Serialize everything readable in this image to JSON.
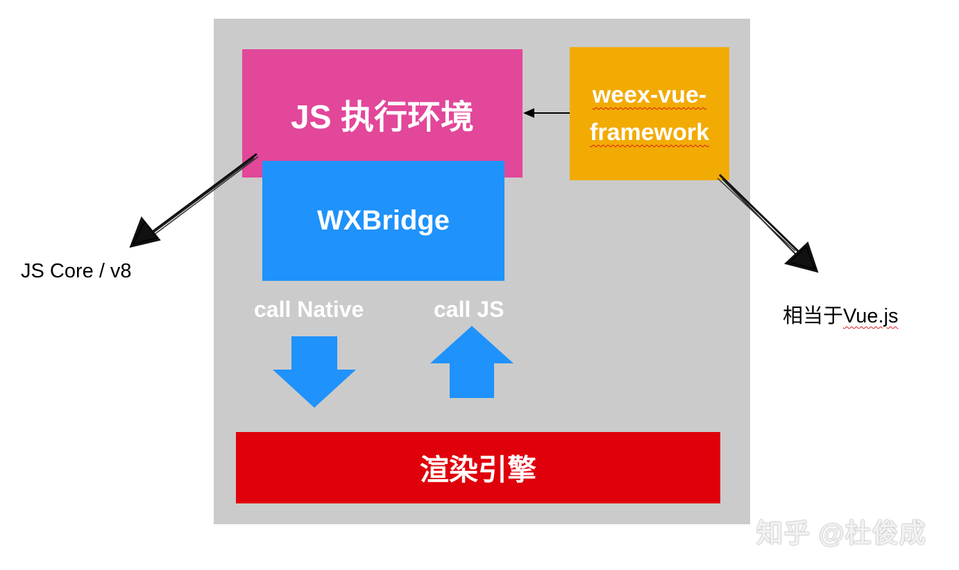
{
  "boxes": {
    "js_env": "JS 执行环境",
    "weex_line1": "weex-vue-",
    "weex_line2": "framework",
    "wxbridge": "WXBridge",
    "render_engine": "渲染引擎"
  },
  "labels": {
    "call_native": "call Native",
    "call_js": "call JS",
    "js_core": "JS Core / v8",
    "vue_prefix": "相当于",
    "vue_name": "Vue.js"
  },
  "watermark": "知乎 @杜俊成",
  "colors": {
    "panel": "#cbcbcb",
    "js_env": "#e2479a",
    "weex": "#f2ab03",
    "wxbridge": "#1f92fb",
    "render_engine": "#e0000b",
    "arrow_blue": "#1f92fb"
  }
}
